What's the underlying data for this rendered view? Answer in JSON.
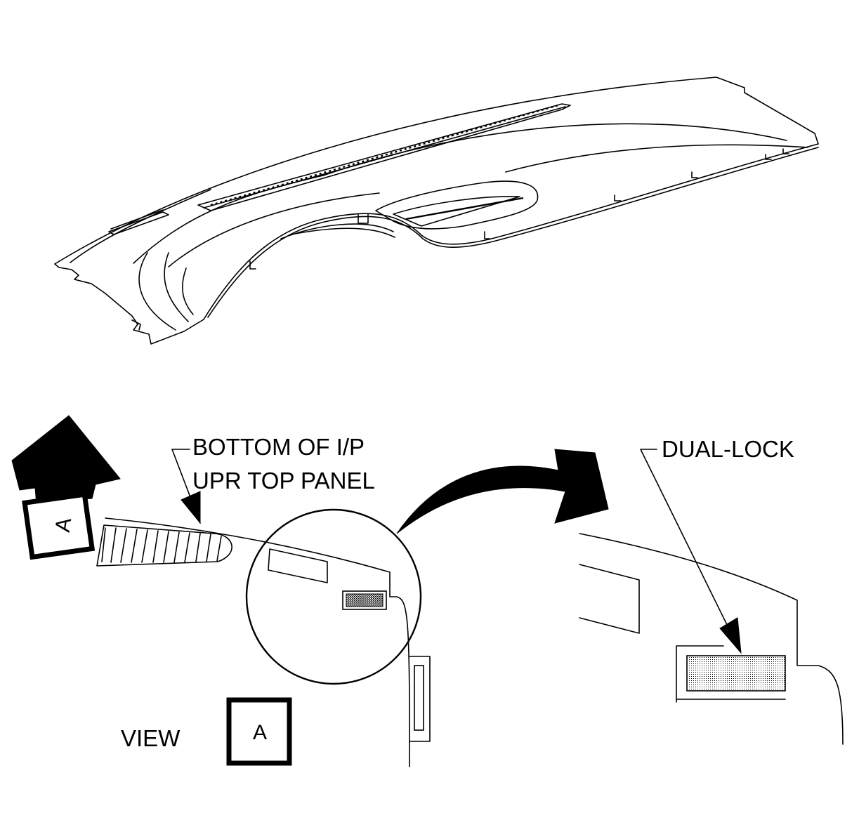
{
  "labels": {
    "bottom_panel_line1": "BOTTOM OF I/P",
    "bottom_panel_line2": "UPR TOP PANEL",
    "dual_lock": "DUAL-LOCK",
    "view": "VIEW",
    "view_ref_letter": "A",
    "arrow_ref_letter": "A"
  },
  "colors": {
    "ink": "#000000",
    "paper": "#ffffff"
  }
}
